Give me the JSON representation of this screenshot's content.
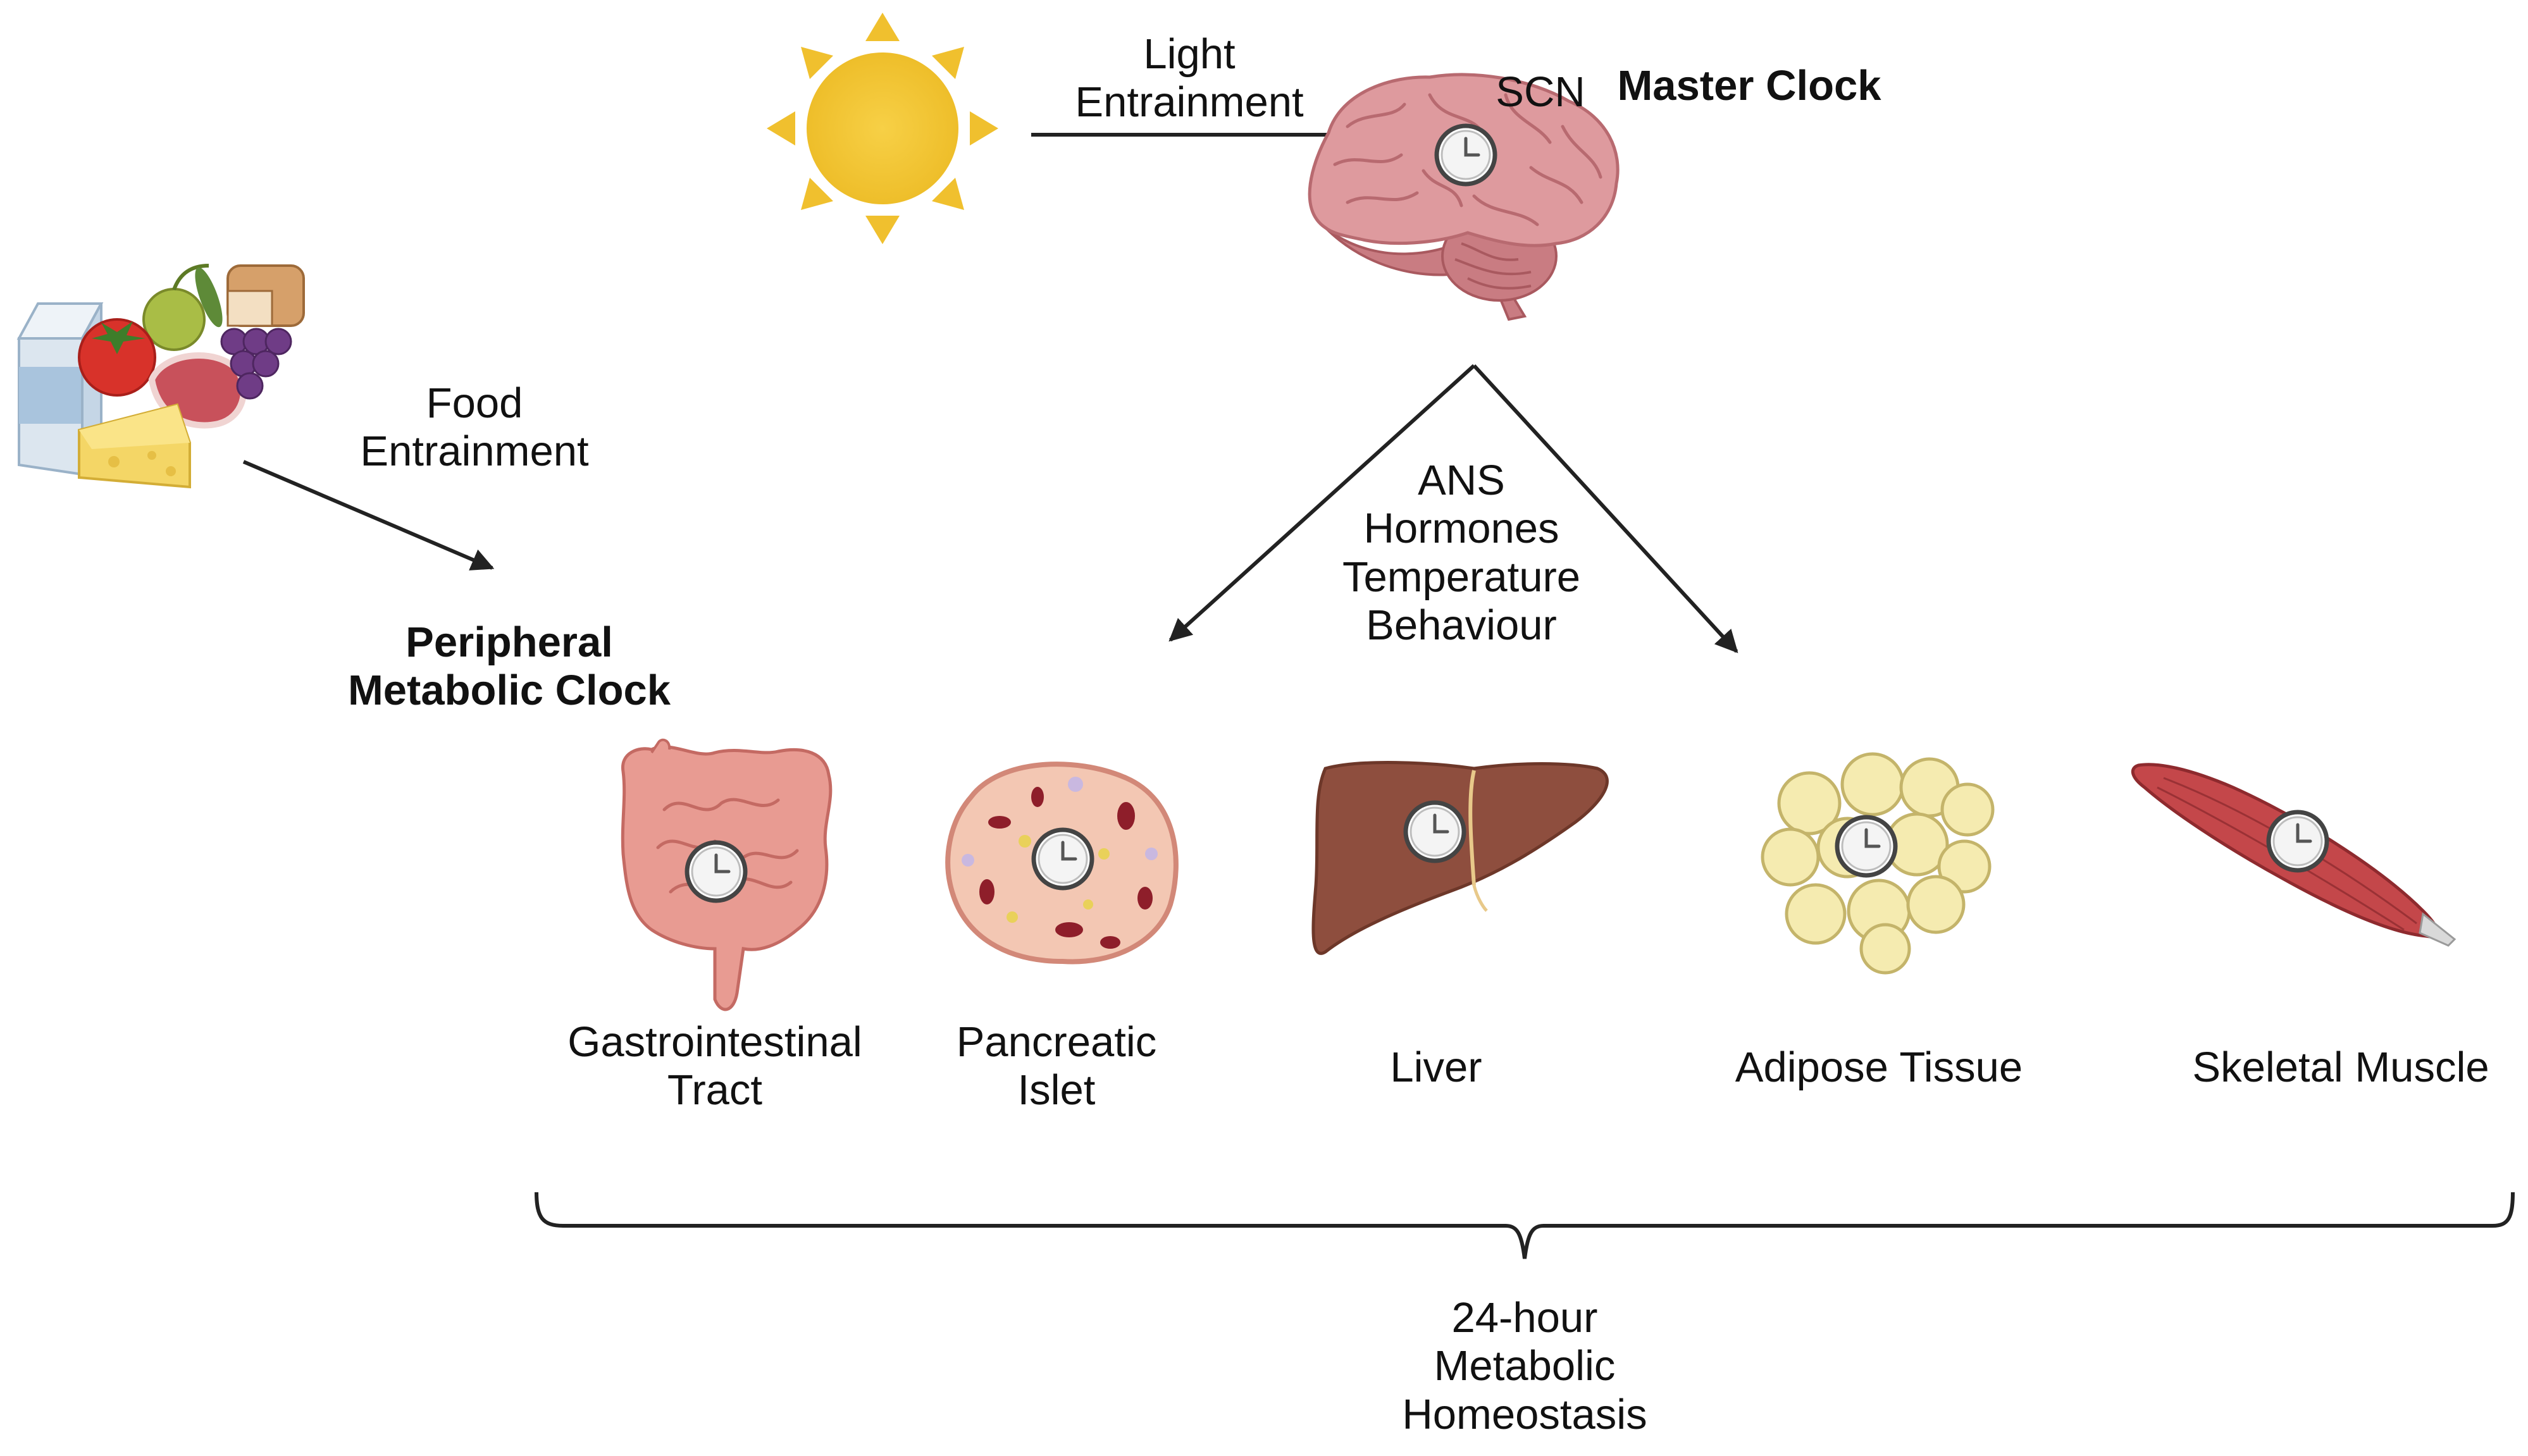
{
  "labels": {
    "light_entrainment": [
      "Light",
      "Entrainment"
    ],
    "scn": "SCN",
    "master_clock": "Master Clock",
    "food_entrainment": [
      "Food",
      "Entrainment"
    ],
    "peripheral_clock": [
      "Peripheral",
      "Metabolic Clock"
    ],
    "signals": [
      "ANS",
      "Hormones",
      "Temperature",
      "Behaviour"
    ],
    "homeostasis": [
      "24-hour",
      "Metabolic",
      "Homeostasis"
    ]
  },
  "organs": [
    {
      "id": "gi",
      "label": [
        "Gastrointestinal",
        "Tract"
      ],
      "icon": "intestine-icon"
    },
    {
      "id": "pancreas",
      "label": [
        "Pancreatic",
        "Islet"
      ],
      "icon": "pancreatic-islet-icon"
    },
    {
      "id": "liver",
      "label": [
        "Liver"
      ],
      "icon": "liver-icon"
    },
    {
      "id": "adipose",
      "label": [
        "Adipose Tissue"
      ],
      "icon": "adipose-icon"
    },
    {
      "id": "muscle",
      "label": [
        "Skeletal Muscle"
      ],
      "icon": "muscle-icon"
    }
  ],
  "icons": {
    "sun": "sun-icon",
    "brain": "brain-icon",
    "food": "food-group-icon",
    "clock": "clock-icon"
  },
  "colors": {
    "sun": "#F2C230",
    "brain": "#DE9A9E",
    "liver": "#8E4E3E",
    "muscle": "#C4474A",
    "intestine": "#E89B92",
    "islet": "#F3C7B3",
    "adipose": "#F5EBB0",
    "arrow": "#222222"
  }
}
